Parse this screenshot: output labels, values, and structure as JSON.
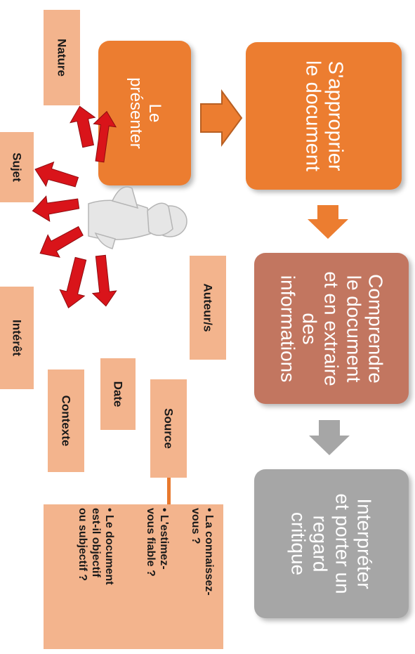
{
  "steps": [
    {
      "label": "S'approprier\nle document",
      "color": "#ec7d30"
    },
    {
      "label": "Comprendre\nle document\net en extraire\ndes\ninformations",
      "color": "#c27660"
    },
    {
      "label": "Interpréter\net porter un\nregard\ncritique",
      "color": "#a6a6a6"
    }
  ],
  "present_box": {
    "label": "Le\nprésenter",
    "color": "#ec7d30"
  },
  "tags": {
    "nature": "Nature",
    "sujet": "Sujet",
    "interet": "Intérêt",
    "auteurs": "Auteur/s",
    "date": "Date",
    "contexte": "Contexte",
    "source": "Source"
  },
  "questions": {
    "q1": "• La connaissez-\nvous ?",
    "q2": "• L'estimez-\nvous fiable ?",
    "q3": "• Le document\nest-il objectif\nou subjectif ?"
  },
  "colors": {
    "orange": "#ec7d30",
    "tag": "#f3b48d",
    "red_arrow": "#d9141a",
    "connector": "#e8792e"
  }
}
